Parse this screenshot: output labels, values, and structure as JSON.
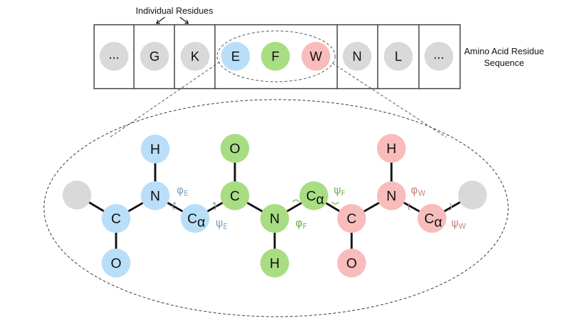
{
  "header_label": "Individual Residues",
  "sequence_label_line1": "Amino Acid Residue",
  "sequence_label_line2": "Sequence",
  "residues": [
    "...",
    "G",
    "K",
    "E",
    "F",
    "W",
    "N",
    "L",
    "..."
  ],
  "colors": {
    "gray": "#d9d9d9",
    "blue": "#b9def8",
    "green": "#a8dd83",
    "red": "#f8bcbc",
    "phi_psi_blue": "#7fa3bf",
    "phi_psi_green": "#6fb544",
    "phi_psi_red": "#c48886"
  },
  "atoms": {
    "h1": "H",
    "n1": "N",
    "c1": "C",
    "o1": "O",
    "ca1": "C",
    "ca1_sub": "α",
    "o2": "O",
    "c2": "C",
    "n2": "N",
    "h2": "H",
    "ca2": "C",
    "ca2_sub": "α",
    "c3": "C",
    "o3": "O",
    "h3": "H",
    "n3": "N",
    "ca3": "C",
    "ca3_sub": "α"
  },
  "angles": {
    "phi": "φ",
    "psi": "ψ",
    "sub_E": "E",
    "sub_F": "F",
    "sub_W": "W"
  }
}
